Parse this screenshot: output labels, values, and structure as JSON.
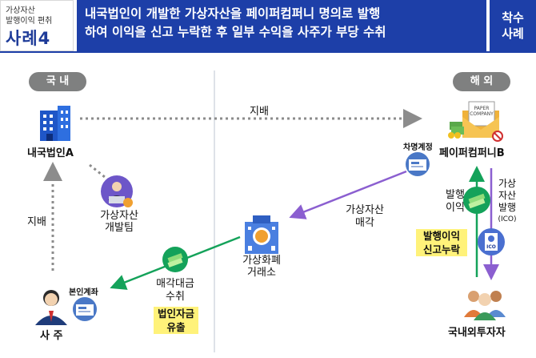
{
  "header": {
    "category_line1": "가상자산",
    "category_line2": "발행이익 편취",
    "case_label": "사례4",
    "title_line1": "내국법인이 개발한 가상자산을 페이퍼컴퍼니 명의로 발행",
    "title_line2": "하여 이익을 신고 누락한 후 일부 수익을 사주가 부당 수취",
    "badge_line1": "착수",
    "badge_line2": "사례"
  },
  "regions": {
    "domestic": "국 내",
    "overseas": "해 외"
  },
  "nodes": {
    "domestic_corp": "내국법인A",
    "dev_team_line1": "가상자산",
    "dev_team_line2": "개발팀",
    "paper_company": "페이퍼컴퍼니B",
    "nominee_account": "차명계정",
    "exchange_line1": "가상화폐",
    "exchange_line2": "거래소",
    "owner": "사 주",
    "owner_account": "본인계좌",
    "investors": "국내외투자자",
    "paper_doc_line1": "PAPER",
    "paper_doc_line2": "COMPANY",
    "ico_tag": "ICO"
  },
  "edges": {
    "control_top": "지배",
    "control_left": "지배",
    "sale_line1": "가상자산",
    "sale_line2": "매각",
    "proceeds_line1": "매각대금",
    "proceeds_line2": "수취",
    "embezzle_line1": "법인자금",
    "embezzle_line2": "유출",
    "issue_profit_line1": "발행",
    "issue_profit_line2": "이익",
    "unreported_line1": "발행이익",
    "unreported_line2": "신고누락",
    "issuance_line1": "가상",
    "issuance_line2": "자산",
    "issuance_line3": "발행",
    "issuance_line4": "(ICO)"
  },
  "colors": {
    "header_blue": "#1d3fa8",
    "green_arrow": "#14a25a",
    "purple_arrow": "#8b5fd0",
    "dotted_gray": "#8c8c8c",
    "highlight": "#fff27a"
  }
}
